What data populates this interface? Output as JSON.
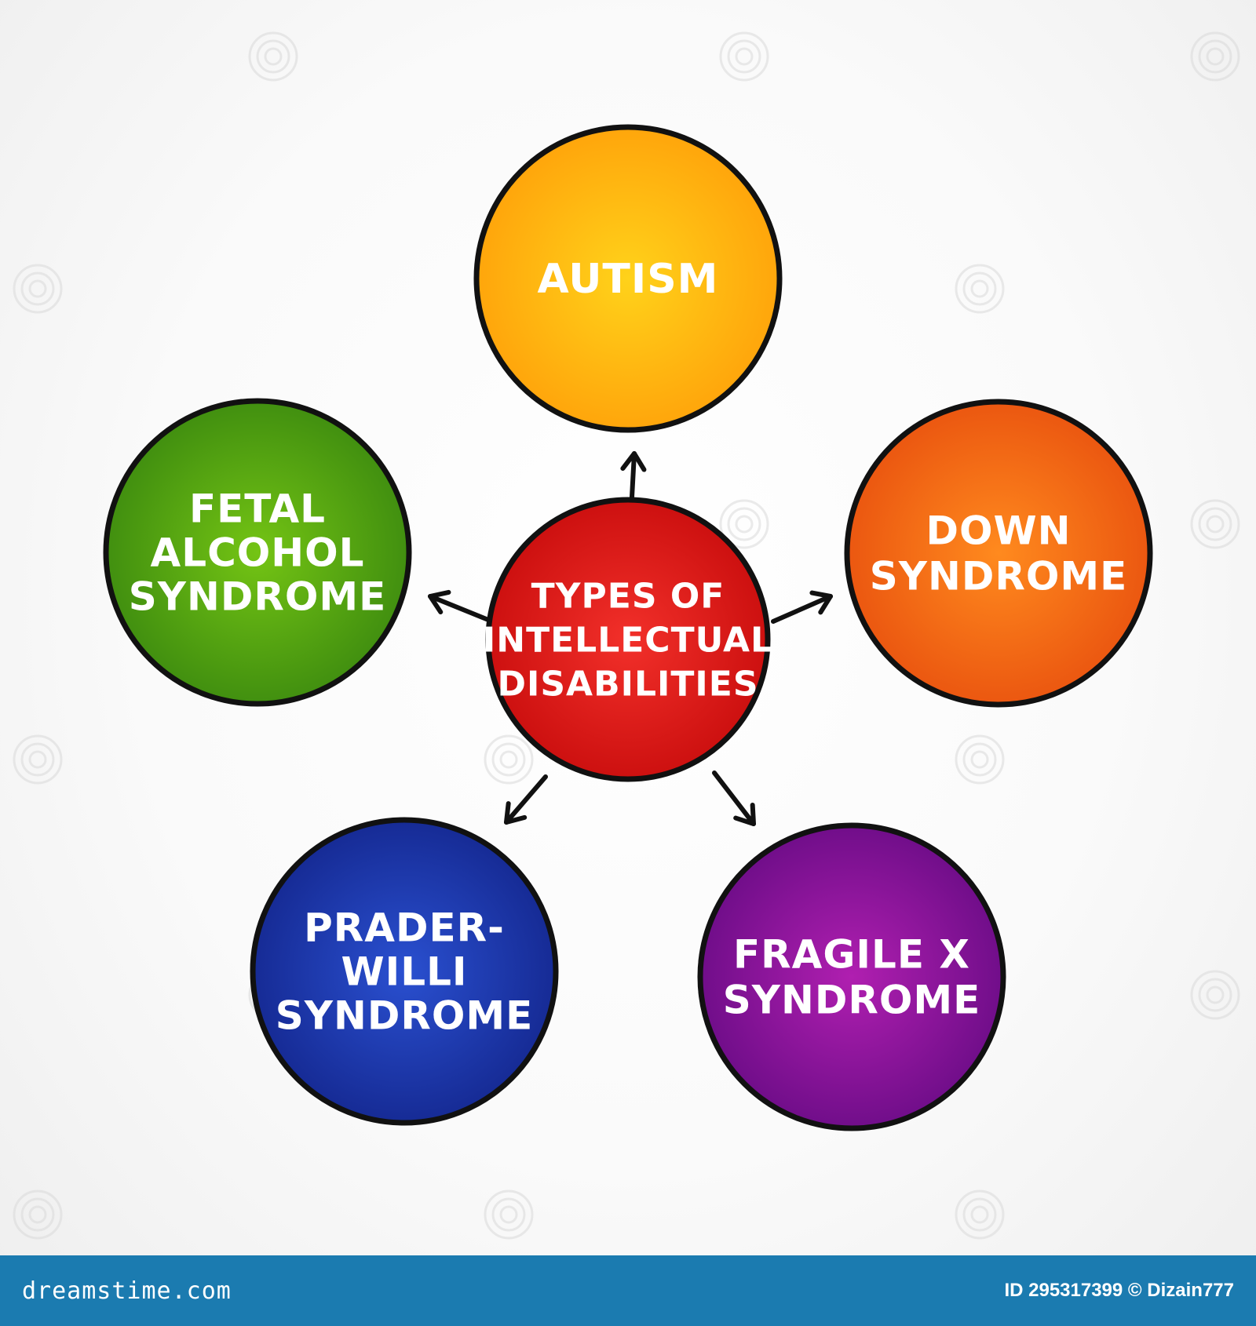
{
  "colors": {
    "outline": "#111111",
    "footer_bg": "#1b7bb0"
  },
  "diagram": {
    "center": {
      "lines": [
        "TYPES OF",
        "INTELLECTUAL",
        "DISABILITIES"
      ],
      "color_light": "#f2302a",
      "color_dark": "#c90d0d"
    },
    "nodes": [
      {
        "id": "autism",
        "lines": [
          "AUTISM"
        ],
        "color_light": "#ffd21a",
        "color_dark": "#ffa10a"
      },
      {
        "id": "down-syndrome",
        "lines": [
          "DOWN",
          "SYNDROME"
        ],
        "color_light": "#ff8a1e",
        "color_dark": "#e9520f"
      },
      {
        "id": "fragile-x-syndrome",
        "lines": [
          "FRAGILE X",
          "SYNDROME"
        ],
        "color_light": "#b01fb0",
        "color_dark": "#6a0c86"
      },
      {
        "id": "prader-willi-syndrome",
        "lines": [
          "PRADER-",
          "WILLI",
          "SYNDROME"
        ],
        "color_light": "#2a50d0",
        "color_dark": "#14278f"
      },
      {
        "id": "fetal-alcohol-syndrome",
        "lines": [
          "FETAL",
          "ALCOHOL",
          "SYNDROME"
        ],
        "color_light": "#74c414",
        "color_dark": "#3c8a0f"
      }
    ]
  },
  "footer": {
    "brand": "dreamstime.com",
    "credit": "ID 295317399 © Dizain777"
  }
}
